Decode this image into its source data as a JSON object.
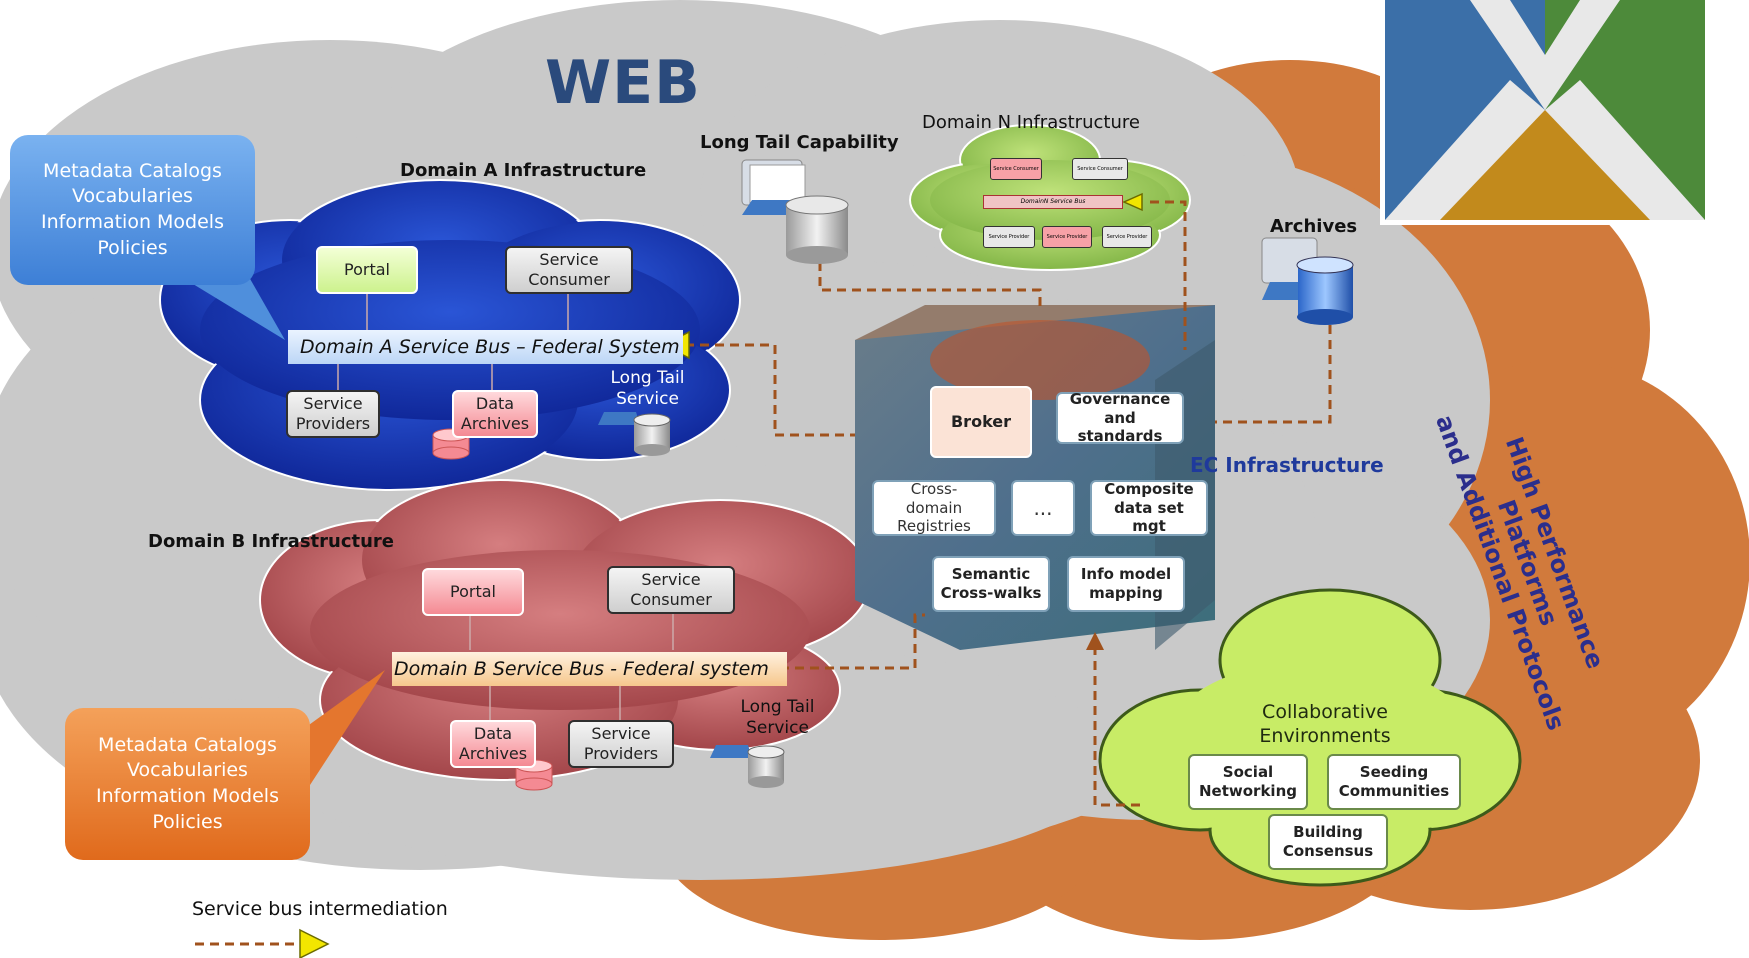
{
  "title": "WEB",
  "callout_blue": [
    "Metadata Catalogs",
    "Vocabularies",
    "Information Models",
    "Policies"
  ],
  "callout_orange": [
    "Metadata Catalogs",
    "Vocabularies",
    "Information Models",
    "Policies"
  ],
  "domain_a": {
    "title": "Domain A Infrastructure",
    "portal": "Portal",
    "consumer": "Service Consumer",
    "bus": "Domain A Service Bus – Federal System",
    "providers": "Service Providers",
    "archives": "Data Archives",
    "long_tail": "Long Tail Service"
  },
  "domain_b": {
    "title": "Domain B Infrastructure",
    "portal": "Portal",
    "consumer": "Service Consumer",
    "bus": "Domain B Service Bus  - Federal system",
    "archives": "Data Archives",
    "providers": "Service Providers",
    "long_tail": "Long Tail Service"
  },
  "domain_n": {
    "title": "Domain N Infrastructure",
    "consumer1": "Service Consumer",
    "consumer2": "Service Consumer",
    "bus": "DomainN Service Bus",
    "provider1": "Service Provider",
    "provider2": "Service Provider",
    "provider3": "Service Provider"
  },
  "long_tail_capability": "Long Tail Capability",
  "archives": "Archives",
  "ec": {
    "title": "EC Infrastructure",
    "broker": "Broker",
    "governance": "Governance and standards",
    "registries": "Cross-domain Registries",
    "ellipsis": "...",
    "composite": "Composite data set mgt",
    "semantic": "Semantic Cross-walks",
    "info_model": "Info model mapping"
  },
  "collab": {
    "title": "Collaborative Environments",
    "social": "Social Networking",
    "seeding": "Seeding Communities",
    "consensus": "Building Consensus"
  },
  "hpc": [
    "High Performance Platforms",
    "and Additional Protocols"
  ],
  "legend": "Service bus intermediation",
  "colors": {
    "title_blue": "#2a4a7c",
    "dashed_line": "#a0521d",
    "arrow_yellow": "#f2e600",
    "cloud_grey": "#c6c6c6",
    "cloud_orange": "#d17a3c",
    "cloud_a_blue": "#1a3fb2",
    "cloud_b_red": "#b85458",
    "cloud_collab_green": "#c8ec66",
    "ec_label": "#1f3a9c",
    "hpc_label": "#2b2e8c"
  }
}
